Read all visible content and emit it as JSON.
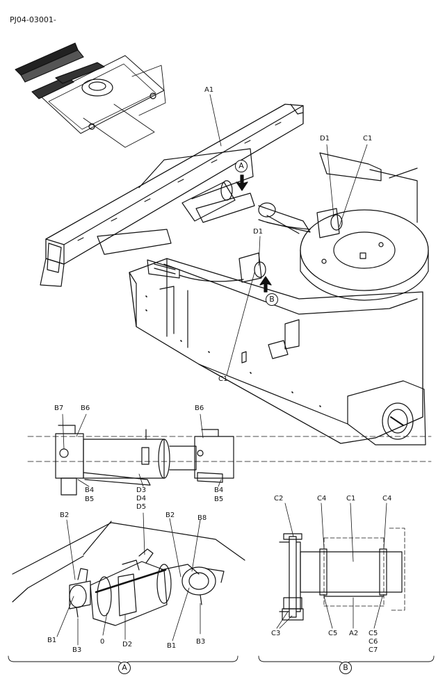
{
  "document_code": "PJ04-03001-",
  "callouts": {
    "view_a": "A",
    "view_b": "B"
  },
  "labels": {
    "a1": "A1",
    "d1_top": "D1",
    "c1_top": "C1",
    "d1_mid": "D1",
    "c1_low": "C1",
    "b7": "B7",
    "b6_left": "B6",
    "b6_right": "B6",
    "b4_left": "B4",
    "b5_left": "B5",
    "b4_right": "B4",
    "b5_right": "B5",
    "d3": "D3",
    "d4": "D4",
    "d5": "D5",
    "b2_left": "B2",
    "b2_right": "B2",
    "b8": "B8",
    "b1_left": "B1",
    "b3_left": "B3",
    "zero": "0",
    "d2": "D2",
    "b1_right": "B1",
    "b3_right": "B3",
    "c2": "C2",
    "c4_left": "C4",
    "c1_detail": "C1",
    "c4_right": "C4",
    "c3": "C3",
    "c5_left": "C5",
    "a2": "A2",
    "c5_right": "C5",
    "c6": "C6",
    "c7": "C7"
  },
  "section_labels": {
    "a": "A",
    "b": "B"
  }
}
